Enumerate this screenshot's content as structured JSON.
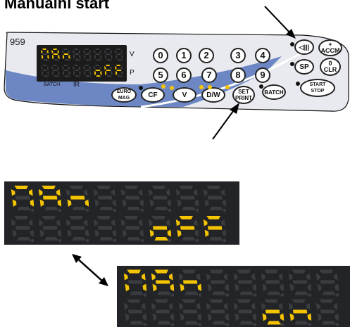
{
  "title": "Manuální start",
  "panel": {
    "model": "959",
    "label_v": "V",
    "label_p": "P",
    "label_batch": "BATCH",
    "label_ir": "IR",
    "keys_row1": [
      "0",
      "1",
      "2",
      "3",
      "4"
    ],
    "keys_row2": [
      "5",
      "6",
      "7",
      "8",
      "9"
    ],
    "btn_euro_top": "EURO",
    "btn_euro_bottom": "MAG",
    "btn_cf": "CF",
    "btn_v": "V",
    "btn_dw": "D/W",
    "btn_set_top": "SET",
    "btn_set_bottom": "PRINT",
    "btn_batch": "BATCH",
    "btn_accm_top": "+",
    "btn_accm_bottom": "ACCM",
    "btn_sp": "SP",
    "btn_clr_top": "0",
    "btn_clr_bottom": "CLR",
    "btn_start_top": "START",
    "btn_start_bottom": "STOP",
    "mini_display_row1": "MAn",
    "mini_display_row2": "oFF"
  },
  "display_off": {
    "row1": "MAn",
    "row2": "oFF"
  },
  "display_on": {
    "row1": "MAn",
    "row2": "on"
  },
  "colors": {
    "segment_on": "#f5c400",
    "segment_off": "#3a3c40",
    "panel_blue": "#6d86c4",
    "led": "#f5c400"
  }
}
